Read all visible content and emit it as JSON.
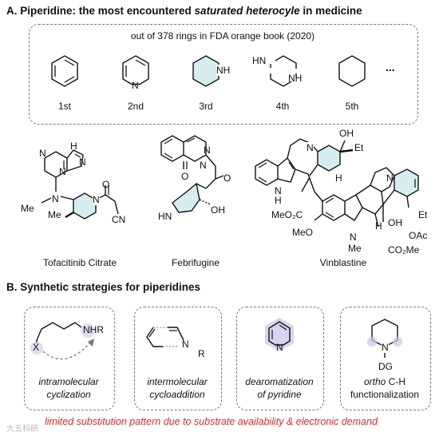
{
  "sectionA": {
    "prefix": "A. Piperidine: the most encountered ",
    "emph": "saturated heterocyle",
    "suffix": " in medicine",
    "subtitle": "out of 378 rings in FDA orange book (2020)",
    "ranks": [
      "1st",
      "2nd",
      "3rd",
      "4th",
      "5th"
    ],
    "more": "...",
    "atoms": {
      "N": "N",
      "NH": "NH",
      "HN": "HN"
    }
  },
  "drugs": {
    "tofacitinib": {
      "name": "Tofacitinib Citrate",
      "atoms": {
        "H": "H",
        "N": "N",
        "Me": "Me",
        "CN": "CN",
        "O": "O"
      }
    },
    "febrifugine": {
      "name": "Febrifugine",
      "atoms": {
        "N": "N",
        "O": "O",
        "HN": "HN",
        "OH": "OH"
      }
    },
    "vinblastine": {
      "name": "Vinblastine",
      "atoms": {
        "OH": "OH",
        "Et": "Et",
        "N": "N",
        "H": "H",
        "NH": "N",
        "Hsub": "H",
        "MeO2C": "MeO₂C",
        "MeO": "MeO",
        "Me": "Me",
        "OAc": "OAc",
        "CO2Me": "CO₂Me"
      }
    }
  },
  "sectionB": {
    "title": "B. Synthetic strategies for piperidines",
    "strategies": [
      {
        "line1": "intramolecular",
        "line2": "cyclization",
        "atoms": [
          "X",
          "NHR"
        ]
      },
      {
        "line1": "intermolecular",
        "line2": "cycloaddition",
        "atoms": [
          "N",
          "R"
        ]
      },
      {
        "line1": "dearomatization",
        "line2": "of pyridine",
        "atoms": [
          "N"
        ]
      },
      {
        "line1_italic": "ortho",
        "line1_rest": " C-H",
        "line2": "functionalization",
        "atoms": [
          "N",
          "DG"
        ]
      }
    ],
    "note": "limited substitution pattern due to substrate availability & electronic demand"
  },
  "watermark": "大五科研",
  "colors": {
    "highlight": "#d7eef0",
    "pyridineHalo": "#c9c6ea",
    "note": "#d0312d"
  }
}
